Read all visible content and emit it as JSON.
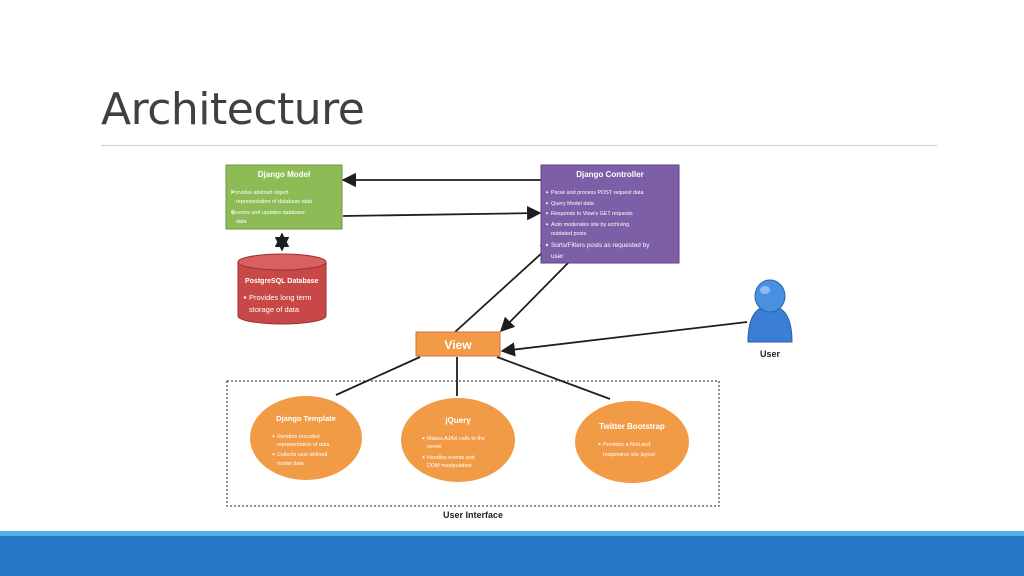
{
  "slide": {
    "title": "Architecture"
  },
  "colors": {
    "model": "#8dbb55",
    "controller": "#7d5fa8",
    "database": "#c84848",
    "view": "#f29b47",
    "ui_node": "#f29b47",
    "footer": "#2678c4",
    "footer_accent": "#4fb1e3",
    "user_icon": "#3a7fd5"
  },
  "diagram": {
    "django_model": {
      "title": "Django Model",
      "bullets": [
        "Provides abstract object",
        "representation of database data",
        "Queries and updates database",
        "data"
      ]
    },
    "django_controller": {
      "title": "Django Controller",
      "bullets": [
        "Parse and process POST request data",
        "Query Model data",
        "Responds to View's GET requests",
        "Auto moderates site by archiving",
        "outdated posts",
        "Sorts/Filters posts as requested by",
        "user"
      ]
    },
    "postgresql": {
      "title": "PostgreSQL Database",
      "bullets": [
        "Provides long term",
        "storage of data"
      ]
    },
    "view": {
      "label": "View"
    },
    "user": {
      "label": "User",
      "icon": "user-icon"
    },
    "ui_group": {
      "label": "User Interface"
    },
    "django_template": {
      "title": "Django Template",
      "bullets": [
        "Renders encoded",
        "representation of data",
        "Collects user defined",
        "model data"
      ]
    },
    "jquery": {
      "title": "jQuery",
      "bullets": [
        "Makes AJAX calls to the",
        "server",
        "Handles events and",
        "DOM manipulation"
      ]
    },
    "twitter_bootstrap": {
      "title": "Twitter Bootstrap",
      "bullets": [
        "Provides a fluid and",
        "responsive site layout"
      ]
    }
  }
}
